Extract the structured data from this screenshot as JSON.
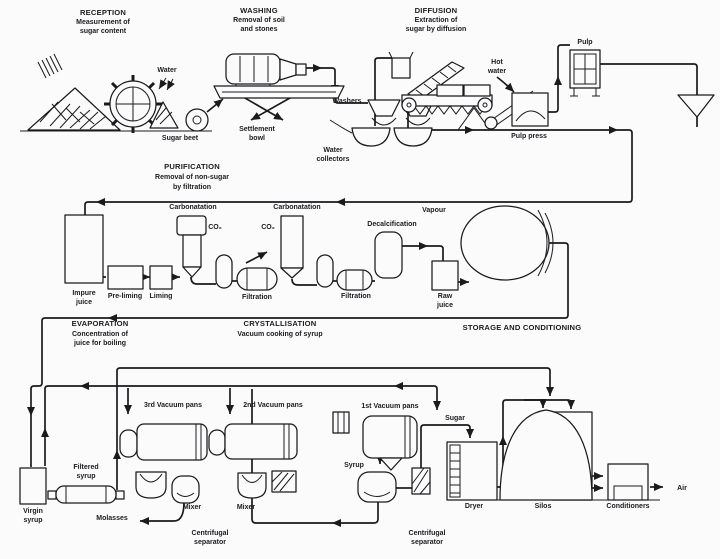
{
  "sections": {
    "reception": {
      "title": "RECEPTION",
      "line1": "Measurement of",
      "line2": "sugar content"
    },
    "washing": {
      "title": "WASHING",
      "line1": "Removal of soil",
      "line2": "and stones"
    },
    "diffusion": {
      "title": "DIFFUSION",
      "line1": "Extraction of",
      "line2": "sugar by diffusion"
    },
    "purification": {
      "title": "PURIFICATION",
      "line1": "Removal of non-sugar",
      "line2": "by filtration"
    },
    "evaporation": {
      "title": "EVAPORATION",
      "line1": "Concentration of",
      "line2": "juice for boiling"
    },
    "crystallisation": {
      "title": "CRYSTALLISATION",
      "line1": "Vacuum cooking of syrup"
    },
    "storage": {
      "title": "STORAGE AND CONDITIONING"
    }
  },
  "labels": {
    "water": "Water",
    "sugar_beet": "Sugar beet",
    "washers": "Washers",
    "settlement_1": "Settlement",
    "settlement_2": "bowl",
    "collectors_1": "Water",
    "collectors_2": "collectors",
    "hot_1": "Hot",
    "hot_2": "water",
    "pulp": "Pulp",
    "pulp_press": "Pulp press",
    "vapour": "Vapour",
    "carbonatation_1": "Carbonatation",
    "co2_1": "CO₂",
    "carbonatation_2": "Carbonatation",
    "co2_2": "CO₂",
    "impure_1": "Impure",
    "impure_2": "juice",
    "pre_liming": "Pre-liming",
    "liming": "Liming",
    "filtration_1": "Filtration",
    "filtration_2": "Filtration",
    "decalcification": "Decalcification",
    "raw_1": "Raw",
    "raw_2": "juice",
    "pans_3rd": "3rd Vacuum pans",
    "pans_2nd": "2nd Vacuum pans",
    "pans_1st": "1st Vacuum pans",
    "virgin_1": "Virgin",
    "virgin_2": "syrup",
    "filtered_1": "Filtered",
    "filtered_2": "syrup",
    "mixer_a": "Mixer",
    "mixer_b": "Mixer",
    "molasses": "Molasses",
    "syrup": "Syrup",
    "sugar": "Sugar",
    "centrifugal_a1": "Centrifugal",
    "centrifugal_a2": "separator",
    "centrifugal_b1": "Centrifugal",
    "centrifugal_b2": "separator",
    "dryer": "Dryer",
    "silos": "Silos",
    "conditioners": "Conditioners",
    "air": "Air"
  },
  "colors": {
    "ink": "#1b1b1e",
    "background": "#fbfbfc"
  }
}
